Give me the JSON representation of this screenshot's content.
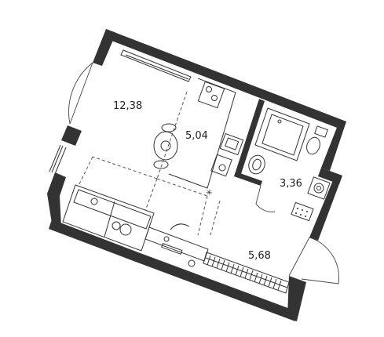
{
  "rooms": [
    {
      "id": "living",
      "area": "12,38"
    },
    {
      "id": "kitchen",
      "area": "5,04"
    },
    {
      "id": "bathroom",
      "area": "3,36"
    },
    {
      "id": "hallway",
      "area": "5,68"
    }
  ],
  "colors": {
    "wall": "#333333",
    "line": "#333333",
    "background": "#ffffff"
  }
}
